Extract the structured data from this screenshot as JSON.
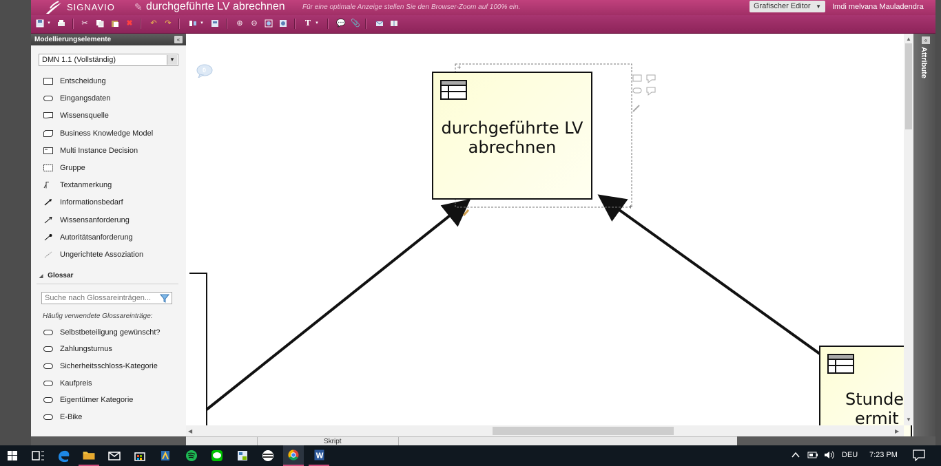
{
  "header": {
    "logo_text": "SIGNAVIO",
    "document_title": "durchgeführte LV abrechnen",
    "zoom_hint": "Für eine optimale Anzeige stellen Sie den Browser-Zoom auf 100% ein.",
    "editor_mode": "Grafischer Editor",
    "user_name": "Imdi melvana Mauladendra"
  },
  "panel": {
    "title": "Modellierungselemente",
    "notation": "DMN 1.1 (Vollständig)",
    "shapes": [
      {
        "label": "Entscheidung",
        "icon": "rect-icon"
      },
      {
        "label": "Eingangsdaten",
        "icon": "oval-icon"
      },
      {
        "label": "Wissensquelle",
        "icon": "doc-icon"
      },
      {
        "label": "Business Knowledge Model",
        "icon": "bkm-icon"
      },
      {
        "label": "Multi Instance Decision",
        "icon": "multi-instance-icon"
      },
      {
        "label": "Gruppe",
        "icon": "group-icon"
      },
      {
        "label": "Textanmerkung",
        "icon": "annotation-icon"
      },
      {
        "label": "Informationsbedarf",
        "icon": "arrow-solid-icon"
      },
      {
        "label": "Wissensanforderung",
        "icon": "arrow-open-icon"
      },
      {
        "label": "Autoritätsanforderung",
        "icon": "arrow-dot-icon"
      },
      {
        "label": "Ungerichtete Assoziation",
        "icon": "line-icon"
      }
    ],
    "glossar": {
      "title": "Glossar",
      "search_placeholder": "Suche nach Glossareinträgen...",
      "frequent_label": "Häufig verwendete Glossareinträge:",
      "items": [
        "Selbstbeteiligung gewünscht?",
        "Zahlungsturnus",
        "Sicherheitsschloss-Kategorie",
        "Kaufpreis",
        "Eigentümer Kategorie",
        "E-Bike"
      ]
    }
  },
  "canvas": {
    "comment_count": "0",
    "decision_main": "durchgeführte LV abrechnen",
    "decision_main_lines": [
      "durchgeführte LV",
      "abrechnen"
    ],
    "decision_second_lines": [
      "Stunde",
      "ermit"
    ]
  },
  "right_panel": {
    "title": "Attribute"
  },
  "behind_window": {
    "label": "Skript"
  },
  "taskbar": {
    "apps": [
      "start-icon",
      "task-view-icon",
      "edge-icon",
      "file-explorer-icon",
      "mail-icon",
      "store-icon",
      "app-icon",
      "spotify-icon",
      "line-icon",
      "app2-icon",
      "app3-icon",
      "chrome-icon",
      "word-icon"
    ],
    "language": "DEU",
    "time": "7:23 PM"
  },
  "colors": {
    "header": "#a83570",
    "decision_fill": "#fdfdd6",
    "panel_header": "#4a4a4a"
  }
}
